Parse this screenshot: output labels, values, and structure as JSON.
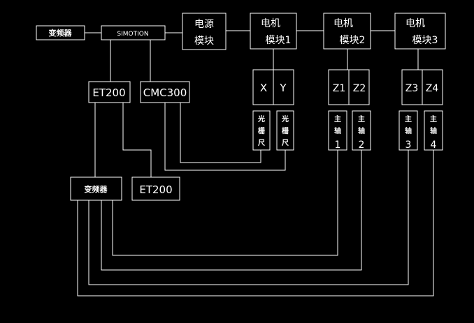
{
  "blocks": {
    "vfd_top": "变频器",
    "simotion": "SIMOTION",
    "power_line1": "电源",
    "power_line2": "模块",
    "motor1_line1": "电机",
    "motor1_line2": "模块1",
    "motor2_line1": "电机",
    "motor2_line2": "模块2",
    "motor3_line1": "电机",
    "motor3_line2": "模块3",
    "et200_upper": "ET200",
    "cmc300": "CMC300",
    "vfd_bottom": "变频器",
    "et200_lower": "ET200"
  },
  "axes": {
    "x": "X",
    "y": "Y",
    "z1": "Z1",
    "z2": "Z2",
    "z3": "Z3",
    "z4": "Z4"
  },
  "devices": {
    "grating1": [
      "光",
      "栅",
      "尺"
    ],
    "grating2": [
      "光",
      "栅",
      "尺"
    ],
    "spindle1": [
      "主",
      "轴",
      "1"
    ],
    "spindle2": [
      "主",
      "轴",
      "2"
    ],
    "spindle3": [
      "主",
      "轴",
      "3"
    ],
    "spindle4": [
      "主",
      "轴",
      "4"
    ]
  }
}
